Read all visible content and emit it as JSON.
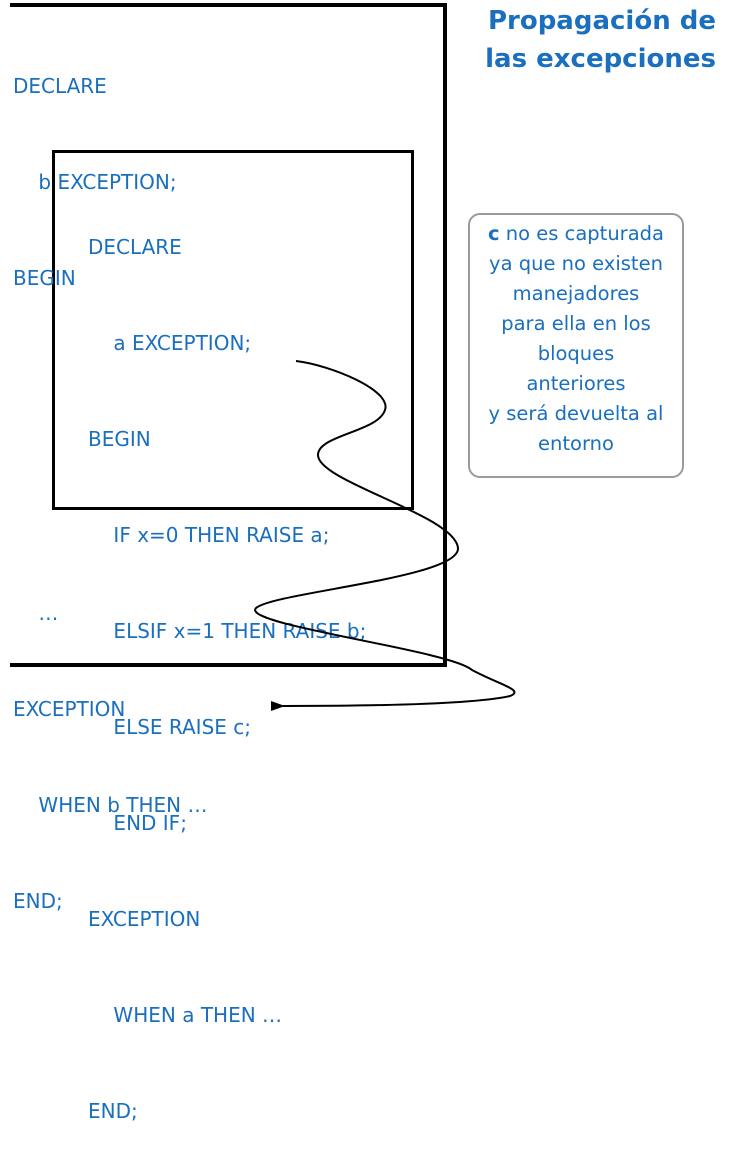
{
  "title": {
    "line1": "Propagación de",
    "line2": "las excepciones"
  },
  "outer_block": {
    "lines": [
      "DECLARE",
      "    b EXCEPTION;",
      "BEGIN"
    ],
    "tail_lines": [
      "    …",
      "EXCEPTION",
      "    WHEN b THEN …",
      "END;"
    ]
  },
  "inner_block": {
    "lines": [
      "DECLARE",
      "    a EXCEPTION;",
      "BEGIN",
      "    IF x=0 THEN RAISE a;",
      "    ELSIF x=1 THEN RAISE b;",
      "    ELSE RAISE c;",
      "    END IF;",
      "EXCEPTION",
      "    WHEN a THEN …",
      "END;"
    ]
  },
  "callout": {
    "bold_word": "c",
    "first_line_rest": " no es capturada",
    "lines": [
      "ya que no existen",
      "manejadores",
      "para ella en los",
      "bloques",
      "anteriores",
      "y será devuelta al",
      "entorno"
    ]
  },
  "colors": {
    "code_text": "#1a6fbe",
    "box_border": "#000000",
    "callout_border": "#9a9a9a"
  }
}
